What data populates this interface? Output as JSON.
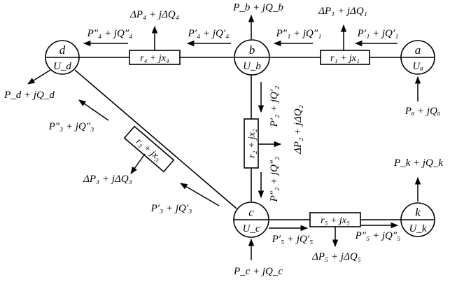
{
  "nodes": {
    "a": {
      "top": "a",
      "bottom": "Uₐ"
    },
    "b": {
      "top": "b",
      "bottom": "U_b"
    },
    "c": {
      "top": "c",
      "bottom": "U_c"
    },
    "d": {
      "top": "d",
      "bottom": "U_d"
    },
    "k": {
      "top": "k",
      "bottom": "U_k"
    }
  },
  "branches": {
    "branch1": "r₁ + jx₁",
    "branch2": "r₂ + jx₂",
    "branch3": "r₃ + jx₃",
    "branch4": "r₄ + jx₄",
    "branch5": "r₅ + jx₅"
  },
  "labels": {
    "dP4": "ΔP₄ + jΔQ₄",
    "P4dd": "P″₄ + jQ″₄",
    "P4d": "P′₄ + jQ′₄",
    "Pb": "P_b + jQ_b",
    "dP1": "ΔP₁ + jΔQ₁",
    "P1dd": "P″₁ + jQ″₁",
    "P1d": "P′₁ + jQ′₁",
    "Pd": "P_d + jQ_d",
    "P3dd": "P″₃ + jQ″₃",
    "P2d": "P′₂ + jQ′₂",
    "dP2": "ΔP₂ + jΔQ₂",
    "Pa": "Pₐ + jQₐ",
    "dP3": "ΔP₃ + jΔQ₃",
    "P2dd": "P″₂ + jQ″₂",
    "Pk": "P_k + jQ_k",
    "P3d": "P′₃ + jQ′₃",
    "P5d": "P′₅ + jQ′₅",
    "P5dd": "P″₅ + jQ″₅",
    "dP5": "ΔP₅ + jΔQ₅",
    "Pc": "P_c + jQ_c"
  }
}
